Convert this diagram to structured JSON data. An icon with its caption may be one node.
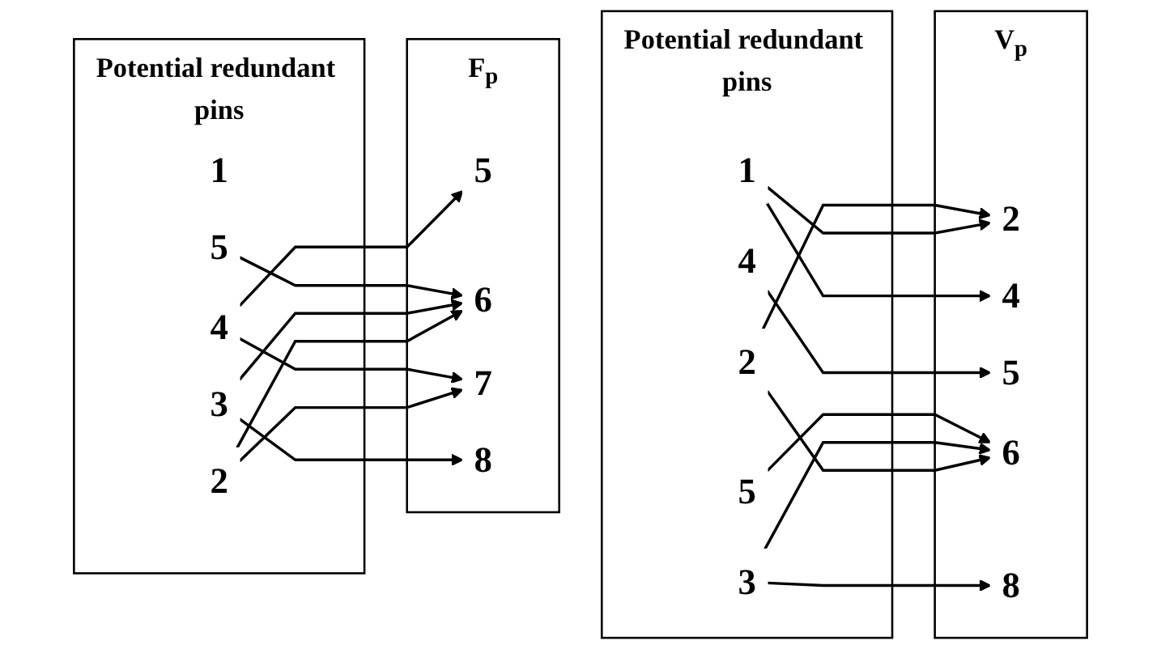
{
  "diagram": {
    "nodes": [
      {
        "text": [
          "Potential redundant pins"
        ]
      },
      {
        "text": [
          "1"
        ],
        "in": 0
      },
      {
        "text": [
          "2"
        ],
        "in": 0
      },
      {
        "text": [
          "3"
        ],
        "in": 0
      },
      {
        "text": [
          "4"
        ],
        "in": 0
      },
      {
        "text": [
          "5"
        ],
        "in": 0
      },
      {
        "text": [
          "F$_{p}$"
        ]
      },
      {
        "text": [
          "5"
        ],
        "in": 6
      },
      {
        "text": [
          "6"
        ],
        "in": 6
      },
      {
        "text": [
          "7"
        ],
        "in": 6
      },
      {
        "text": [
          "8"
        ],
        "in": 6
      },
      {
        "text": [
          "Potential redundant pins"
        ]
      },
      {
        "text": [
          "1"
        ],
        "in": 11
      },
      {
        "text": [
          "2"
        ],
        "in": 11
      },
      {
        "text": [
          "3"
        ],
        "in": 11
      },
      {
        "text": [
          "4"
        ],
        "in": 11
      },
      {
        "text": [
          "5"
        ],
        "in": 11
      },
      {
        "text": [
          "V$_{p}$"
        ]
      },
      {
        "text": [
          "2"
        ],
        "in": 17
      },
      {
        "text": [
          "4"
        ],
        "in": 17
      },
      {
        "text": [
          "5"
        ],
        "in": 17
      },
      {
        "text": [
          "6"
        ],
        "in": 17
      },
      {
        "text": [
          "8"
        ],
        "in": 17
      }
    ],
    "edges": [
      {
        "from": 2,
        "to": 8,
        "arrow": "to"
      },
      {
        "from": 2,
        "to": 9,
        "arrow": "to"
      },
      {
        "from": 3,
        "to": 8,
        "arrow": "to"
      },
      {
        "from": 3,
        "to": 10,
        "arrow": "to"
      },
      {
        "from": 4,
        "to": 7,
        "arrow": "to"
      },
      {
        "from": 4,
        "to": 9,
        "arrow": "to"
      },
      {
        "from": 5,
        "to": 8,
        "arrow": "to"
      },
      {
        "from": 12,
        "to": 18,
        "arrow": "to"
      },
      {
        "from": 12,
        "to": 19,
        "arrow": "to"
      },
      {
        "from": 13,
        "to": 18,
        "arrow": "to"
      },
      {
        "from": 13,
        "to": 21,
        "arrow": "to"
      },
      {
        "from": 14,
        "to": 21,
        "arrow": "to"
      },
      {
        "from": 14,
        "to": 22,
        "arrow": "to"
      },
      {
        "from": 15,
        "to": 20,
        "arrow": "to"
      },
      {
        "from": 16,
        "to": 21,
        "arrow": "to"
      }
    ]
  }
}
